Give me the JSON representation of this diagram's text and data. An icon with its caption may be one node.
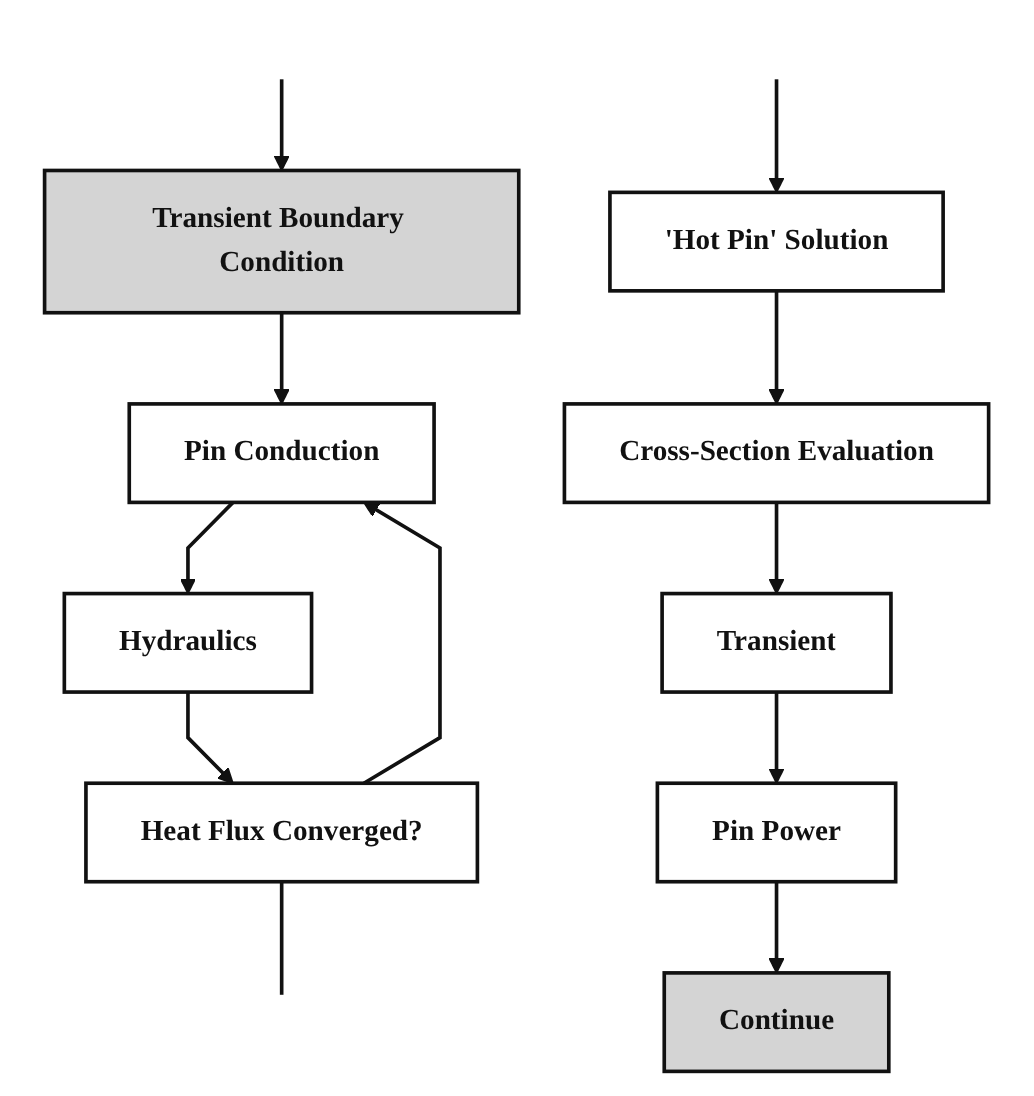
{
  "diagram": {
    "nodes": [
      {
        "text": [
          "Transient Boundary Condition"
        ]
      },
      {
        "text": [
          "Pin Conduction"
        ]
      },
      {
        "text": [
          "Hydraulics"
        ]
      },
      {
        "text": [
          "Heat Flux Converged?"
        ]
      },
      {
        "text": [
          "Cross-Section Evaluation"
        ]
      },
      {
        "text": [
          "'Hot Pin' Solution"
        ]
      },
      {
        "text": [
          "Transient"
        ]
      },
      {
        "text": [
          "Pin Power"
        ]
      },
      {
        "text": [
          "Continue"
        ]
      }
    ],
    "edges": [
      {
        "from": null,
        "to": 0,
        "arrow": "to"
      },
      {
        "from": 0,
        "to": 1,
        "arrow": "to"
      },
      {
        "from": 1,
        "to": 2,
        "arrow": "to"
      },
      {
        "from": 2,
        "to": 3,
        "arrow": "to"
      },
      {
        "from": 3,
        "to": 1,
        "arrow": "to"
      },
      {
        "from": 3,
        "to": null,
        "arrow": "none"
      },
      {
        "from": null,
        "to": 5,
        "arrow": "to"
      },
      {
        "from": 5,
        "to": 4,
        "arrow": "to"
      },
      {
        "from": 4,
        "to": 6,
        "arrow": "to"
      },
      {
        "from": 6,
        "to": 7,
        "arrow": "to"
      },
      {
        "from": 7,
        "to": 8,
        "arrow": "to"
      }
    ]
  }
}
